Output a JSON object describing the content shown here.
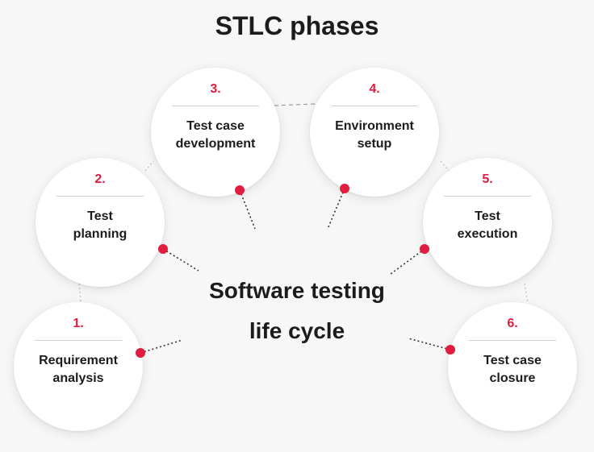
{
  "title": "STLC phases",
  "center": {
    "line1": "Software testing",
    "line2": "life cycle"
  },
  "accent_color": "#e11d3f",
  "phases": [
    {
      "num": "1.",
      "line1": "Requirement",
      "line2": "analysis"
    },
    {
      "num": "2.",
      "line1": "Test",
      "line2": "planning"
    },
    {
      "num": "3.",
      "line1": "Test case",
      "line2": "development"
    },
    {
      "num": "4.",
      "line1": "Environment",
      "line2": "setup"
    },
    {
      "num": "5.",
      "line1": "Test",
      "line2": "execution"
    },
    {
      "num": "6.",
      "line1": "Test case",
      "line2": "closure"
    }
  ]
}
